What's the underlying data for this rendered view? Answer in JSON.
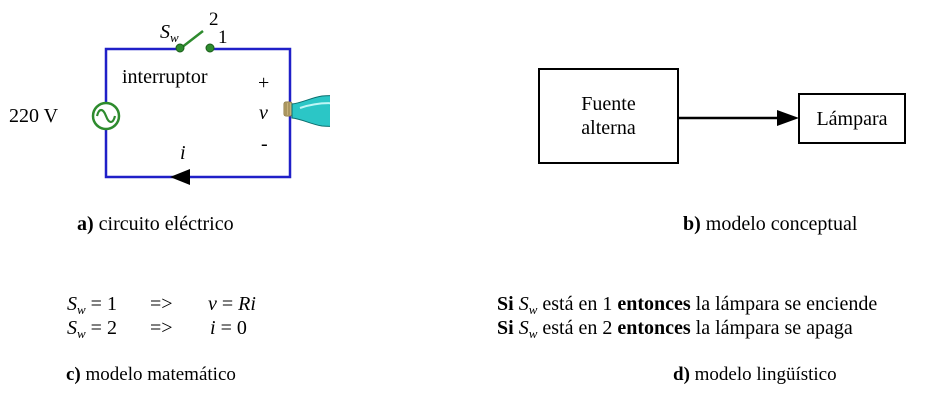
{
  "colors": {
    "wire": "#2020c8",
    "switch": "#2e8b2e",
    "bulb": "#29c9c9",
    "black": "#000000"
  },
  "circuit": {
    "switch_symbol": "S",
    "switch_subscript": "w",
    "switch_pos_2": "2",
    "switch_pos_1": "1",
    "switch_label": "interruptor",
    "source_label": "220 V",
    "plus": "+",
    "minus": "-",
    "voltage": "v",
    "current": "i",
    "caption_letter": "a)",
    "caption_text": " circuito eléctrico"
  },
  "conceptual": {
    "source_line1": "Fuente",
    "source_line2": "alterna",
    "lamp": "Lámpara",
    "caption_letter": "b)",
    "caption_text": " modelo conceptual"
  },
  "math": {
    "row1": {
      "lhs": "S",
      "sub": "w",
      "eq": " = 1",
      "arrow": "=>",
      "var": "v",
      "rhs_eq": " = ",
      "rhs": "Ri"
    },
    "row2": {
      "lhs": "S",
      "sub": "w",
      "eq": " = 2",
      "arrow": "=>",
      "var": "i",
      "rhs_eq": " = 0",
      "rhs": ""
    },
    "caption_letter": "c)",
    "caption_text": " modelo matemático"
  },
  "linguistic": {
    "row1": {
      "si": "Si",
      "s": "S",
      "sub": "w",
      "mid": " está en 1 ",
      "then": "entonces",
      "end": " la lámpara se enciende"
    },
    "row2": {
      "si": "Si",
      "s": "S",
      "sub": "w",
      "mid": " está en 2 ",
      "then": "entonces",
      "end": " la lámpara se apaga"
    },
    "caption_letter": "d)",
    "caption_text": " modelo lingüístico"
  }
}
